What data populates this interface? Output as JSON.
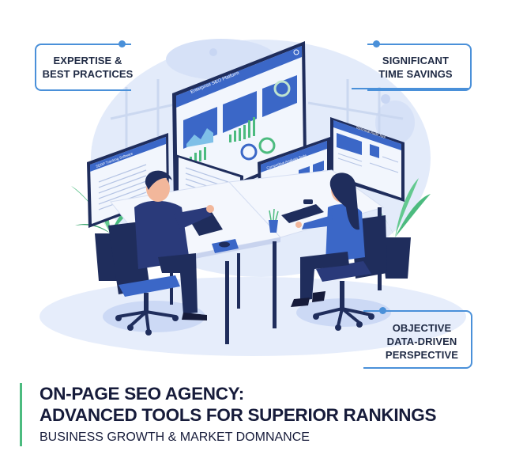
{
  "callouts": [
    {
      "id": "expertise",
      "lines": [
        "EXPERTISE &",
        "BEST PRACTICES"
      ]
    },
    {
      "id": "time-savings",
      "lines": [
        "SIGNIFICANT",
        "TIME SAVINGS"
      ]
    },
    {
      "id": "objective",
      "lines": [
        "OBJECTIVE",
        "DATA-DRIVEN",
        "PERSPECTIVE"
      ]
    }
  ],
  "headline": {
    "line1": "ON-PAGE SEO AGENCY:",
    "line2": "ADVANCED TOOLS FOR SUPERIOR RANKINGS",
    "subtitle": "BUSINESS GROWTH & MARKET DOMNANCE"
  },
  "screens": {
    "main": {
      "title": "Enterprise SEO Platform"
    },
    "left": {
      "title": "SERP Tracking Software"
    },
    "center_right": {
      "title": "Competitive Analysis Suite"
    },
    "right": {
      "title": "Technical Audit Tool"
    }
  },
  "colors": {
    "accent_blue": "#4a90d9",
    "screen_blue": "#3b67c7",
    "navy": "#1f2d5c",
    "green_bar": "#4cbb7f",
    "text_dark": "#161b3a",
    "bg_blob": "#dde6f8"
  }
}
